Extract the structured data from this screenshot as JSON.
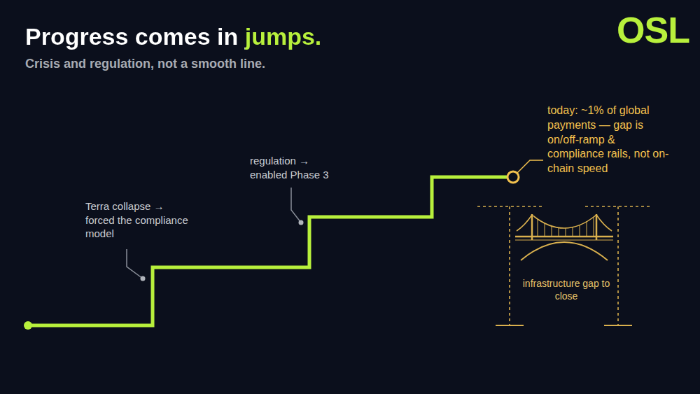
{
  "diagram": {
    "title": "Progress comes in jumps.",
    "labels": [
      "OSL",
      "Crisis and regulation, not a smooth line.",
      "Terra collapse → forced the compliance model",
      "regulation → enabled Phase 3",
      "today: ~1% of global payments — gap is on/off-ramp & compliance rails, not on-chain speed",
      "infrastructure gap to close"
    ]
  }
}
